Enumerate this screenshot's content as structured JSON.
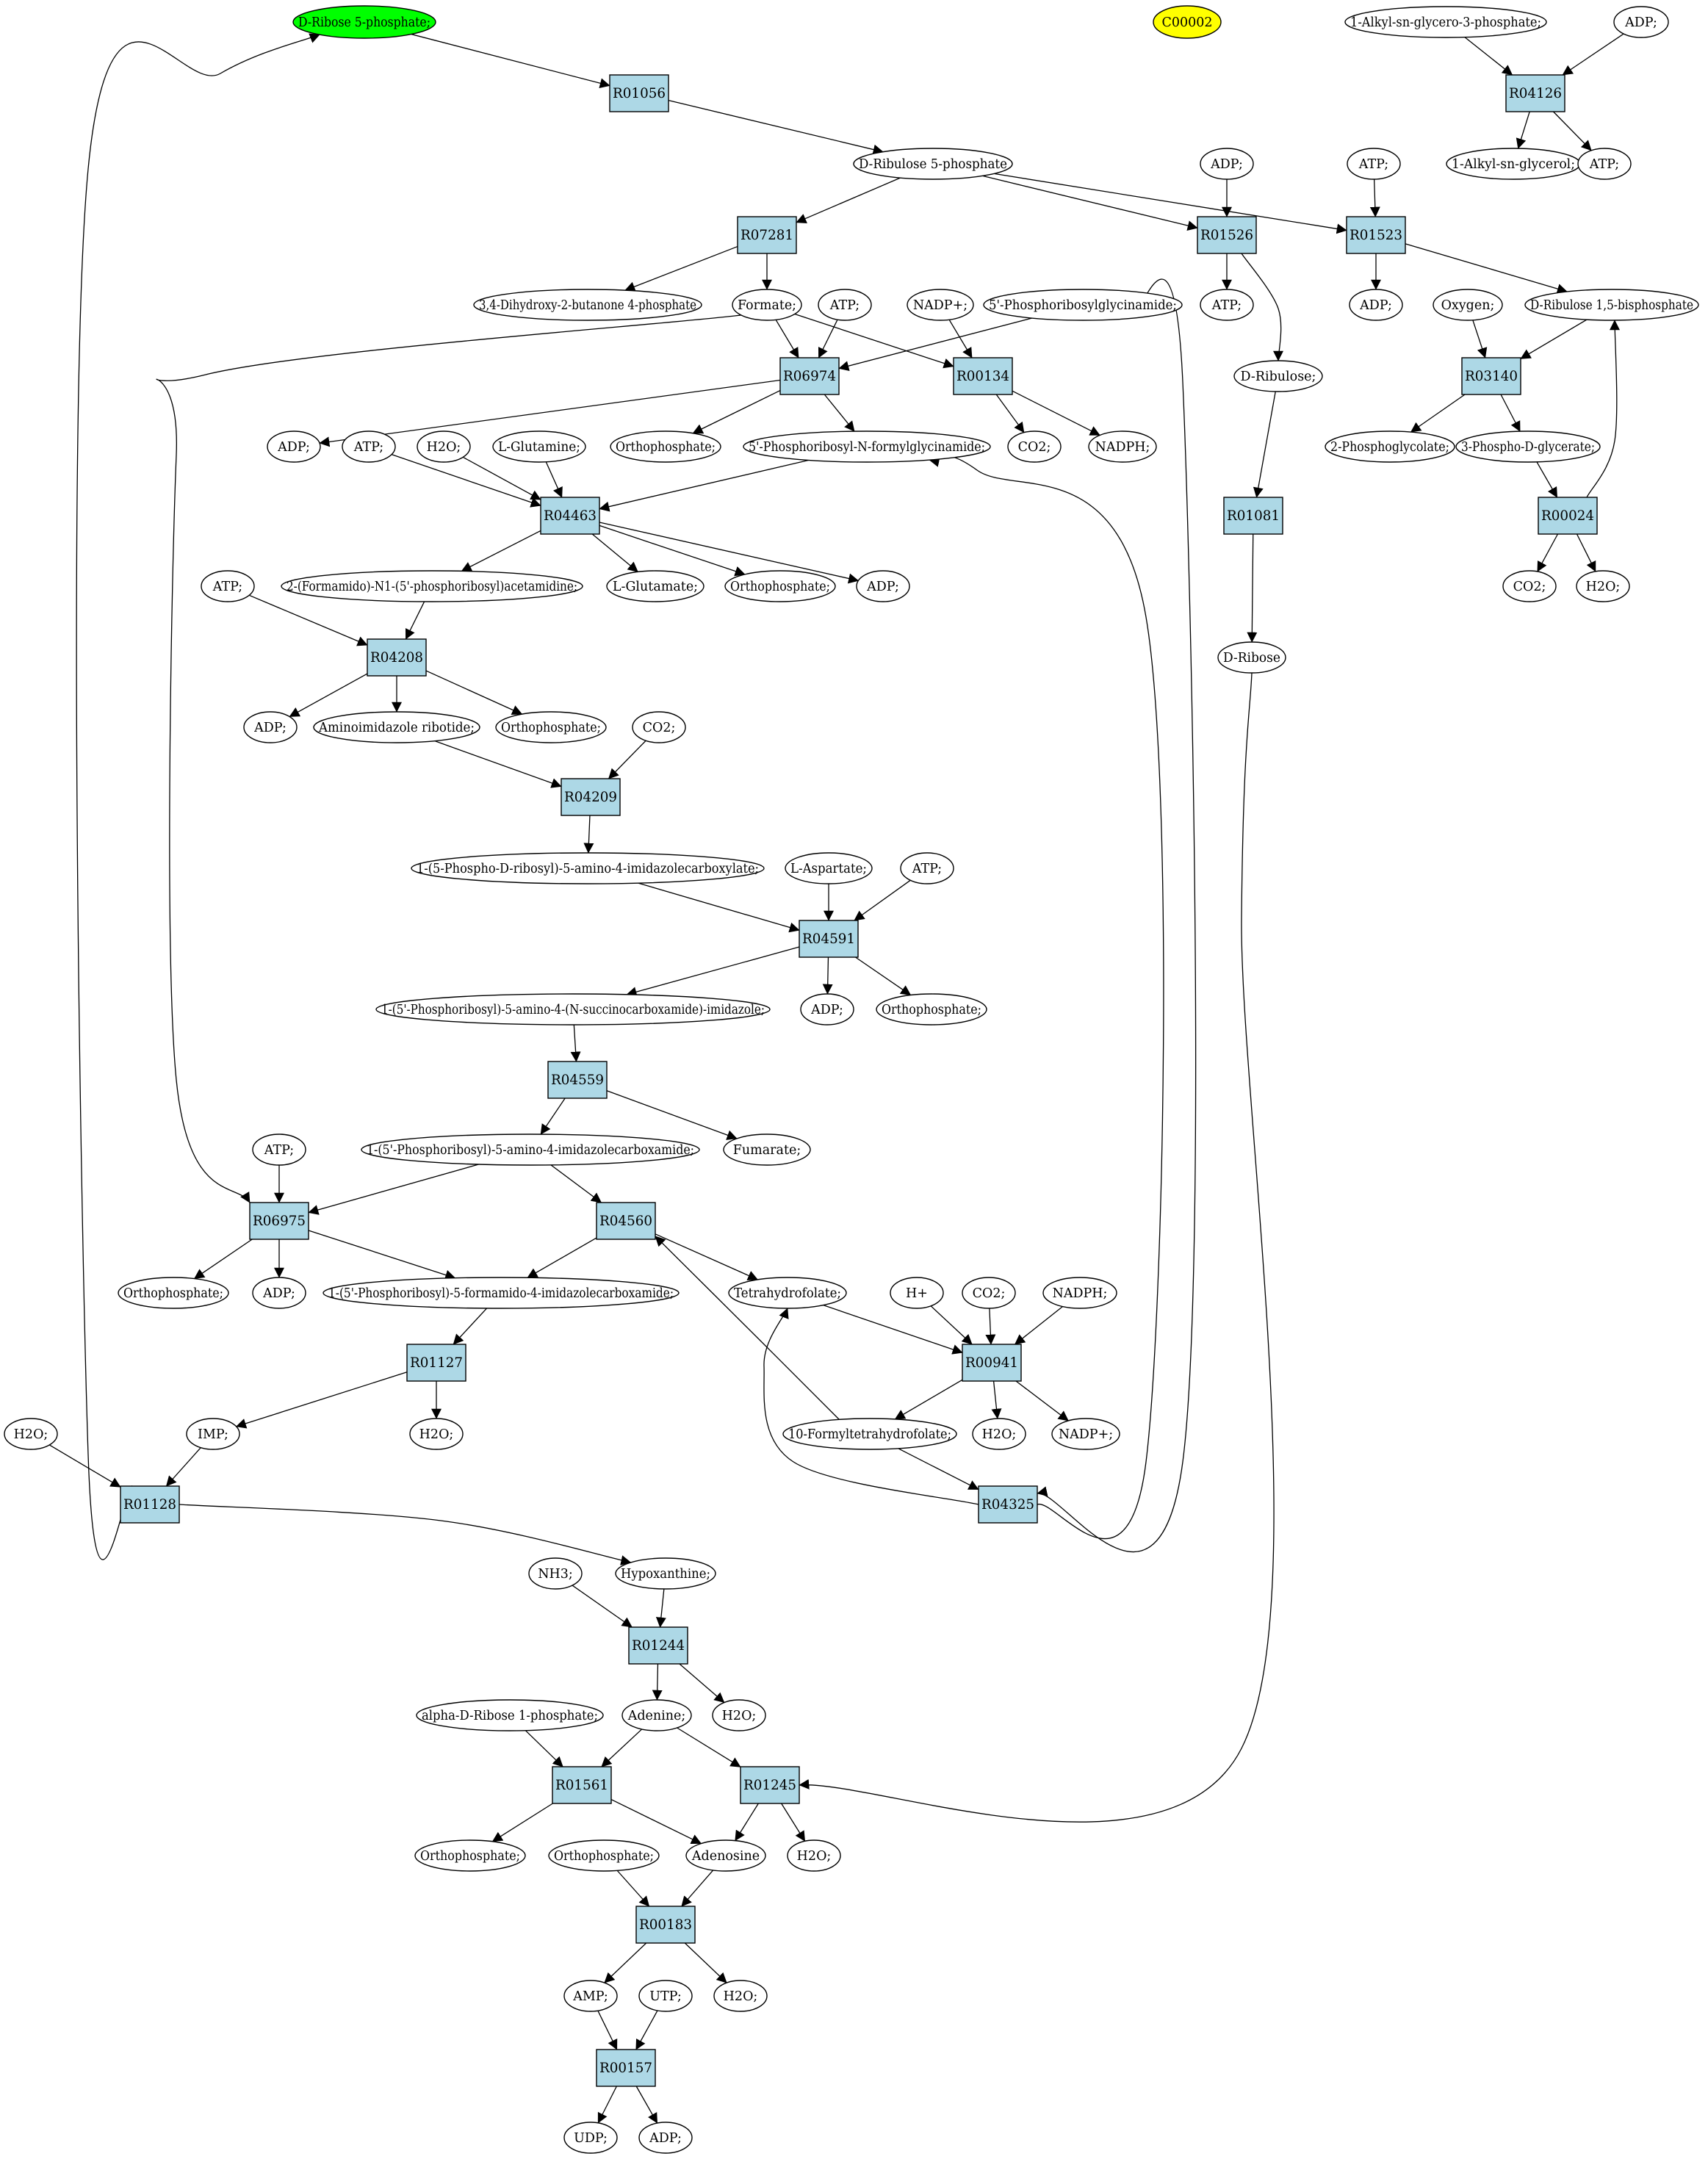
{
  "colors": {
    "reaction_fill": "#add8e6",
    "compound_fill": "#ffffff",
    "highlight_start": "#00ff00",
    "highlight_other": "#ffff00",
    "stroke": "#000000"
  },
  "nodes": [
    {
      "id": "n0",
      "label": "D-Ribose 5-phosphate;",
      "kind": "compound",
      "fill": "#00ff00"
    },
    {
      "id": "n1",
      "label": "C00002",
      "kind": "compound",
      "fill": "#ffff00"
    },
    {
      "id": "n2",
      "label": "1-Alkyl-sn-glycero-3-phosphate;",
      "kind": "compound"
    },
    {
      "id": "n3",
      "label": "ADP;",
      "kind": "compound"
    },
    {
      "id": "n4",
      "label": "R01056",
      "kind": "reaction"
    },
    {
      "id": "n5",
      "label": "R04126",
      "kind": "reaction"
    },
    {
      "id": "n6",
      "label": "D-Ribulose 5-phosphate",
      "kind": "compound"
    },
    {
      "id": "n7",
      "label": "ADP;",
      "kind": "compound"
    },
    {
      "id": "n8",
      "label": "ATP;",
      "kind": "compound"
    },
    {
      "id": "n9",
      "label": "1-Alkyl-sn-glycerol;",
      "kind": "compound"
    },
    {
      "id": "n10",
      "label": "ATP;",
      "kind": "compound"
    },
    {
      "id": "n11",
      "label": "R07281",
      "kind": "reaction"
    },
    {
      "id": "n12",
      "label": "R01526",
      "kind": "reaction"
    },
    {
      "id": "n13",
      "label": "R01523",
      "kind": "reaction"
    },
    {
      "id": "n14",
      "label": "3,4-Dihydroxy-2-butanone 4-phosphate",
      "kind": "compound"
    },
    {
      "id": "n15",
      "label": "Formate;",
      "kind": "compound"
    },
    {
      "id": "n16",
      "label": "ATP;",
      "kind": "compound"
    },
    {
      "id": "n17",
      "label": "NADP+;",
      "kind": "compound"
    },
    {
      "id": "n18",
      "label": "5'-Phosphoribosylglycinamide;",
      "kind": "compound"
    },
    {
      "id": "n19",
      "label": "ATP;",
      "kind": "compound"
    },
    {
      "id": "n20",
      "label": "ADP;",
      "kind": "compound"
    },
    {
      "id": "n21",
      "label": "Oxygen;",
      "kind": "compound"
    },
    {
      "id": "n22",
      "label": "D-Ribulose 1,5-bisphosphate",
      "kind": "compound"
    },
    {
      "id": "n23",
      "label": "R06974",
      "kind": "reaction"
    },
    {
      "id": "n24",
      "label": "R00134",
      "kind": "reaction"
    },
    {
      "id": "n25",
      "label": "D-Ribulose;",
      "kind": "compound"
    },
    {
      "id": "n26",
      "label": "R03140",
      "kind": "reaction"
    },
    {
      "id": "n27",
      "label": "ADP;",
      "kind": "compound"
    },
    {
      "id": "n28",
      "label": "ATP;",
      "kind": "compound"
    },
    {
      "id": "n29",
      "label": "H2O;",
      "kind": "compound"
    },
    {
      "id": "n30",
      "label": "L-Glutamine;",
      "kind": "compound"
    },
    {
      "id": "n31",
      "label": "Orthophosphate;",
      "kind": "compound"
    },
    {
      "id": "n32",
      "label": "5'-Phosphoribosyl-N-formylglycinamide;",
      "kind": "compound"
    },
    {
      "id": "n33",
      "label": "CO2;",
      "kind": "compound"
    },
    {
      "id": "n34",
      "label": "NADPH;",
      "kind": "compound"
    },
    {
      "id": "n35",
      "label": "2-Phosphoglycolate;",
      "kind": "compound"
    },
    {
      "id": "n36",
      "label": "3-Phospho-D-glycerate;",
      "kind": "compound"
    },
    {
      "id": "n37",
      "label": "R04463",
      "kind": "reaction"
    },
    {
      "id": "n38",
      "label": "R01081",
      "kind": "reaction"
    },
    {
      "id": "n39",
      "label": "R00024",
      "kind": "reaction"
    },
    {
      "id": "n40",
      "label": "ATP;",
      "kind": "compound"
    },
    {
      "id": "n41",
      "label": "2-(Formamido)-N1-(5'-phosphoribosyl)acetamidine;",
      "kind": "compound"
    },
    {
      "id": "n42",
      "label": "L-Glutamate;",
      "kind": "compound"
    },
    {
      "id": "n43",
      "label": "Orthophosphate;",
      "kind": "compound"
    },
    {
      "id": "n44",
      "label": "ADP;",
      "kind": "compound"
    },
    {
      "id": "n45",
      "label": "CO2;",
      "kind": "compound"
    },
    {
      "id": "n46",
      "label": "H2O;",
      "kind": "compound"
    },
    {
      "id": "n47",
      "label": "R04208",
      "kind": "reaction"
    },
    {
      "id": "n48",
      "label": "D-Ribose",
      "kind": "compound"
    },
    {
      "id": "n49",
      "label": "ADP;",
      "kind": "compound"
    },
    {
      "id": "n50",
      "label": "Aminoimidazole ribotide;",
      "kind": "compound"
    },
    {
      "id": "n51",
      "label": "Orthophosphate;",
      "kind": "compound"
    },
    {
      "id": "n52",
      "label": "CO2;",
      "kind": "compound"
    },
    {
      "id": "n53",
      "label": "R04209",
      "kind": "reaction"
    },
    {
      "id": "n54",
      "label": "1-(5-Phospho-D-ribosyl)-5-amino-4-imidazolecarboxylate;",
      "kind": "compound"
    },
    {
      "id": "n55",
      "label": "L-Aspartate;",
      "kind": "compound"
    },
    {
      "id": "n56",
      "label": "ATP;",
      "kind": "compound"
    },
    {
      "id": "n57",
      "label": "R04591",
      "kind": "reaction"
    },
    {
      "id": "n58",
      "label": "1-(5'-Phosphoribosyl)-5-amino-4-(N-succinocarboxamide)-imidazole;",
      "kind": "compound"
    },
    {
      "id": "n59",
      "label": "ADP;",
      "kind": "compound"
    },
    {
      "id": "n60",
      "label": "Orthophosphate;",
      "kind": "compound"
    },
    {
      "id": "n61",
      "label": "R04559",
      "kind": "reaction"
    },
    {
      "id": "n62",
      "label": "ATP;",
      "kind": "compound"
    },
    {
      "id": "n63",
      "label": "1-(5'-Phosphoribosyl)-5-amino-4-imidazolecarboxamide;",
      "kind": "compound"
    },
    {
      "id": "n64",
      "label": "Fumarate;",
      "kind": "compound"
    },
    {
      "id": "n65",
      "label": "R06975",
      "kind": "reaction"
    },
    {
      "id": "n66",
      "label": "R04560",
      "kind": "reaction"
    },
    {
      "id": "n67",
      "label": "Orthophosphate;",
      "kind": "compound"
    },
    {
      "id": "n68",
      "label": "ADP;",
      "kind": "compound"
    },
    {
      "id": "n69",
      "label": "1-(5'-Phosphoribosyl)-5-formamido-4-imidazolecarboxamide;",
      "kind": "compound"
    },
    {
      "id": "n70",
      "label": "Tetrahydrofolate;",
      "kind": "compound"
    },
    {
      "id": "n71",
      "label": "H+",
      "kind": "compound"
    },
    {
      "id": "n72",
      "label": "CO2;",
      "kind": "compound"
    },
    {
      "id": "n73",
      "label": "NADPH;",
      "kind": "compound"
    },
    {
      "id": "n74",
      "label": "R01127",
      "kind": "reaction"
    },
    {
      "id": "n75",
      "label": "R00941",
      "kind": "reaction"
    },
    {
      "id": "n76",
      "label": "H2O;",
      "kind": "compound"
    },
    {
      "id": "n77",
      "label": "IMP;",
      "kind": "compound"
    },
    {
      "id": "n78",
      "label": "H2O;",
      "kind": "compound"
    },
    {
      "id": "n79",
      "label": "10-Formyltetrahydrofolate;",
      "kind": "compound"
    },
    {
      "id": "n80",
      "label": "H2O;",
      "kind": "compound"
    },
    {
      "id": "n81",
      "label": "NADP+;",
      "kind": "compound"
    },
    {
      "id": "n82",
      "label": "R01128",
      "kind": "reaction"
    },
    {
      "id": "n83",
      "label": "R04325",
      "kind": "reaction"
    },
    {
      "id": "n84",
      "label": "NH3;",
      "kind": "compound"
    },
    {
      "id": "n85",
      "label": "Hypoxanthine;",
      "kind": "compound"
    },
    {
      "id": "n86",
      "label": "R01244",
      "kind": "reaction"
    },
    {
      "id": "n87",
      "label": "alpha-D-Ribose 1-phosphate;",
      "kind": "compound"
    },
    {
      "id": "n88",
      "label": "Adenine;",
      "kind": "compound"
    },
    {
      "id": "n89",
      "label": "H2O;",
      "kind": "compound"
    },
    {
      "id": "n90",
      "label": "R01561",
      "kind": "reaction"
    },
    {
      "id": "n91",
      "label": "R01245",
      "kind": "reaction"
    },
    {
      "id": "n92",
      "label": "Orthophosphate;",
      "kind": "compound"
    },
    {
      "id": "n93",
      "label": "Orthophosphate;",
      "kind": "compound"
    },
    {
      "id": "n94",
      "label": "Adenosine",
      "kind": "compound"
    },
    {
      "id": "n95",
      "label": "H2O;",
      "kind": "compound"
    },
    {
      "id": "n96",
      "label": "R00183",
      "kind": "reaction"
    },
    {
      "id": "n97",
      "label": "AMP;",
      "kind": "compound"
    },
    {
      "id": "n98",
      "label": "UTP;",
      "kind": "compound"
    },
    {
      "id": "n99",
      "label": "H2O;",
      "kind": "compound"
    },
    {
      "id": "n100",
      "label": "R00157",
      "kind": "reaction"
    },
    {
      "id": "n101",
      "label": "UDP;",
      "kind": "compound"
    },
    {
      "id": "n102",
      "label": "ADP;",
      "kind": "compound"
    }
  ],
  "edges": [
    [
      "n0",
      "n4"
    ],
    [
      "n4",
      "n6"
    ],
    [
      "n6",
      "n11"
    ],
    [
      "n6",
      "n12"
    ],
    [
      "n6",
      "n13"
    ],
    [
      "n2",
      "n5"
    ],
    [
      "n3",
      "n5"
    ],
    [
      "n5",
      "n9"
    ],
    [
      "n5",
      "n10"
    ],
    [
      "n7",
      "n12"
    ],
    [
      "n12",
      "n19"
    ],
    [
      "n12",
      "n25"
    ],
    [
      "n8",
      "n13"
    ],
    [
      "n13",
      "n20"
    ],
    [
      "n13",
      "n22"
    ],
    [
      "n11",
      "n14"
    ],
    [
      "n11",
      "n15"
    ],
    [
      "n15",
      "n23"
    ],
    [
      "n16",
      "n23"
    ],
    [
      "n18",
      "n23"
    ],
    [
      "n15",
      "n24"
    ],
    [
      "n17",
      "n24"
    ],
    [
      "n24",
      "n33"
    ],
    [
      "n24",
      "n34"
    ],
    [
      "n23",
      "n27"
    ],
    [
      "n23",
      "n31"
    ],
    [
      "n23",
      "n32"
    ],
    [
      "n21",
      "n26"
    ],
    [
      "n22",
      "n26"
    ],
    [
      "n26",
      "n35"
    ],
    [
      "n26",
      "n36"
    ],
    [
      "n36",
      "n39"
    ],
    [
      "n39",
      "n22"
    ],
    [
      "n39",
      "n45"
    ],
    [
      "n39",
      "n46"
    ],
    [
      "n25",
      "n38"
    ],
    [
      "n38",
      "n48"
    ],
    [
      "n28",
      "n37"
    ],
    [
      "n29",
      "n37"
    ],
    [
      "n30",
      "n37"
    ],
    [
      "n32",
      "n37"
    ],
    [
      "n37",
      "n41"
    ],
    [
      "n37",
      "n42"
    ],
    [
      "n37",
      "n43"
    ],
    [
      "n37",
      "n44"
    ],
    [
      "n40",
      "n47"
    ],
    [
      "n41",
      "n47"
    ],
    [
      "n47",
      "n49"
    ],
    [
      "n47",
      "n50"
    ],
    [
      "n47",
      "n51"
    ],
    [
      "n50",
      "n53"
    ],
    [
      "n52",
      "n53"
    ],
    [
      "n53",
      "n54"
    ],
    [
      "n54",
      "n57"
    ],
    [
      "n55",
      "n57"
    ],
    [
      "n56",
      "n57"
    ],
    [
      "n57",
      "n58"
    ],
    [
      "n57",
      "n59"
    ],
    [
      "n57",
      "n60"
    ],
    [
      "n58",
      "n61"
    ],
    [
      "n61",
      "n63"
    ],
    [
      "n61",
      "n64"
    ],
    [
      "n15",
      "n65"
    ],
    [
      "n62",
      "n65"
    ],
    [
      "n63",
      "n65"
    ],
    [
      "n65",
      "n67"
    ],
    [
      "n65",
      "n68"
    ],
    [
      "n65",
      "n69"
    ],
    [
      "n63",
      "n66"
    ],
    [
      "n66",
      "n69"
    ],
    [
      "n66",
      "n70"
    ],
    [
      "n79",
      "n66"
    ],
    [
      "n69",
      "n74"
    ],
    [
      "n74",
      "n77"
    ],
    [
      "n74",
      "n78"
    ],
    [
      "n70",
      "n75"
    ],
    [
      "n71",
      "n75"
    ],
    [
      "n72",
      "n75"
    ],
    [
      "n73",
      "n75"
    ],
    [
      "n75",
      "n79"
    ],
    [
      "n75",
      "n80"
    ],
    [
      "n75",
      "n81"
    ],
    [
      "n79",
      "n83"
    ],
    [
      "n83",
      "n70"
    ],
    [
      "n83",
      "n32"
    ],
    [
      "n18",
      "n83"
    ],
    [
      "n76",
      "n82"
    ],
    [
      "n77",
      "n82"
    ],
    [
      "n82",
      "n0"
    ],
    [
      "n82",
      "n85"
    ],
    [
      "n84",
      "n86"
    ],
    [
      "n85",
      "n86"
    ],
    [
      "n86",
      "n88"
    ],
    [
      "n86",
      "n89"
    ],
    [
      "n87",
      "n90"
    ],
    [
      "n88",
      "n90"
    ],
    [
      "n90",
      "n92"
    ],
    [
      "n90",
      "n94"
    ],
    [
      "n88",
      "n91"
    ],
    [
      "n48",
      "n91"
    ],
    [
      "n91",
      "n94"
    ],
    [
      "n91",
      "n95"
    ],
    [
      "n93",
      "n96"
    ],
    [
      "n94",
      "n96"
    ],
    [
      "n96",
      "n97"
    ],
    [
      "n96",
      "n99"
    ],
    [
      "n97",
      "n100"
    ],
    [
      "n98",
      "n100"
    ],
    [
      "n100",
      "n101"
    ],
    [
      "n100",
      "n102"
    ]
  ]
}
